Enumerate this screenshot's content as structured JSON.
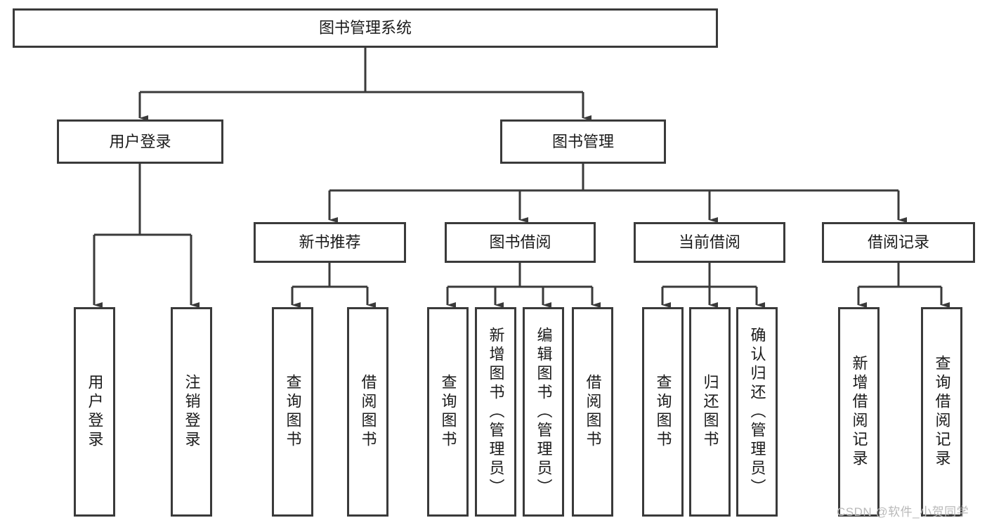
{
  "diagram": {
    "type": "tree-hierarchy-chart",
    "title": "图书管理系统",
    "root": {
      "id": "root",
      "label": "图书管理系统"
    },
    "level2": [
      {
        "id": "user-login",
        "label": "用户登录"
      },
      {
        "id": "book-mgmt",
        "label": "图书管理"
      }
    ],
    "level3": [
      {
        "id": "new-book-rec",
        "label": "新书推荐",
        "parent": "book-mgmt"
      },
      {
        "id": "book-borrow",
        "label": "图书借阅",
        "parent": "book-mgmt"
      },
      {
        "id": "current-borrow",
        "label": "当前借阅",
        "parent": "book-mgmt"
      },
      {
        "id": "borrow-record",
        "label": "借阅记录",
        "parent": "book-mgmt"
      }
    ],
    "leaves": [
      {
        "id": "leaf-user-login",
        "label": "用户登录",
        "parent": "user-login"
      },
      {
        "id": "leaf-user-logout",
        "label": "注销登录",
        "parent": "user-login"
      },
      {
        "id": "leaf-query-book-1",
        "label": "查询图书",
        "parent": "new-book-rec"
      },
      {
        "id": "leaf-borrow-book-1",
        "label": "借阅图书",
        "parent": "new-book-rec"
      },
      {
        "id": "leaf-query-book-2",
        "label": "查询图书",
        "parent": "book-borrow"
      },
      {
        "id": "leaf-add-book",
        "label": "新增图书（管理员）",
        "parent": "book-borrow"
      },
      {
        "id": "leaf-edit-book",
        "label": "编辑图书（管理员）",
        "parent": "book-borrow"
      },
      {
        "id": "leaf-borrow-book-2",
        "label": "借阅图书",
        "parent": "book-borrow"
      },
      {
        "id": "leaf-query-book-3",
        "label": "查询图书",
        "parent": "current-borrow"
      },
      {
        "id": "leaf-return-book",
        "label": "归还图书",
        "parent": "current-borrow"
      },
      {
        "id": "leaf-confirm-return",
        "label": "确认归还（管理员）",
        "parent": "current-borrow"
      },
      {
        "id": "leaf-add-record",
        "label": "新增借阅记录",
        "parent": "borrow-record"
      },
      {
        "id": "leaf-query-record",
        "label": "查询借阅记录",
        "parent": "borrow-record"
      }
    ],
    "watermark": "CSDN @软件_小贺同学",
    "colors": {
      "border": "#3a3a3a",
      "text": "#1b1b1b",
      "background": "#ffffff",
      "watermark": "#b9b9b9"
    }
  }
}
